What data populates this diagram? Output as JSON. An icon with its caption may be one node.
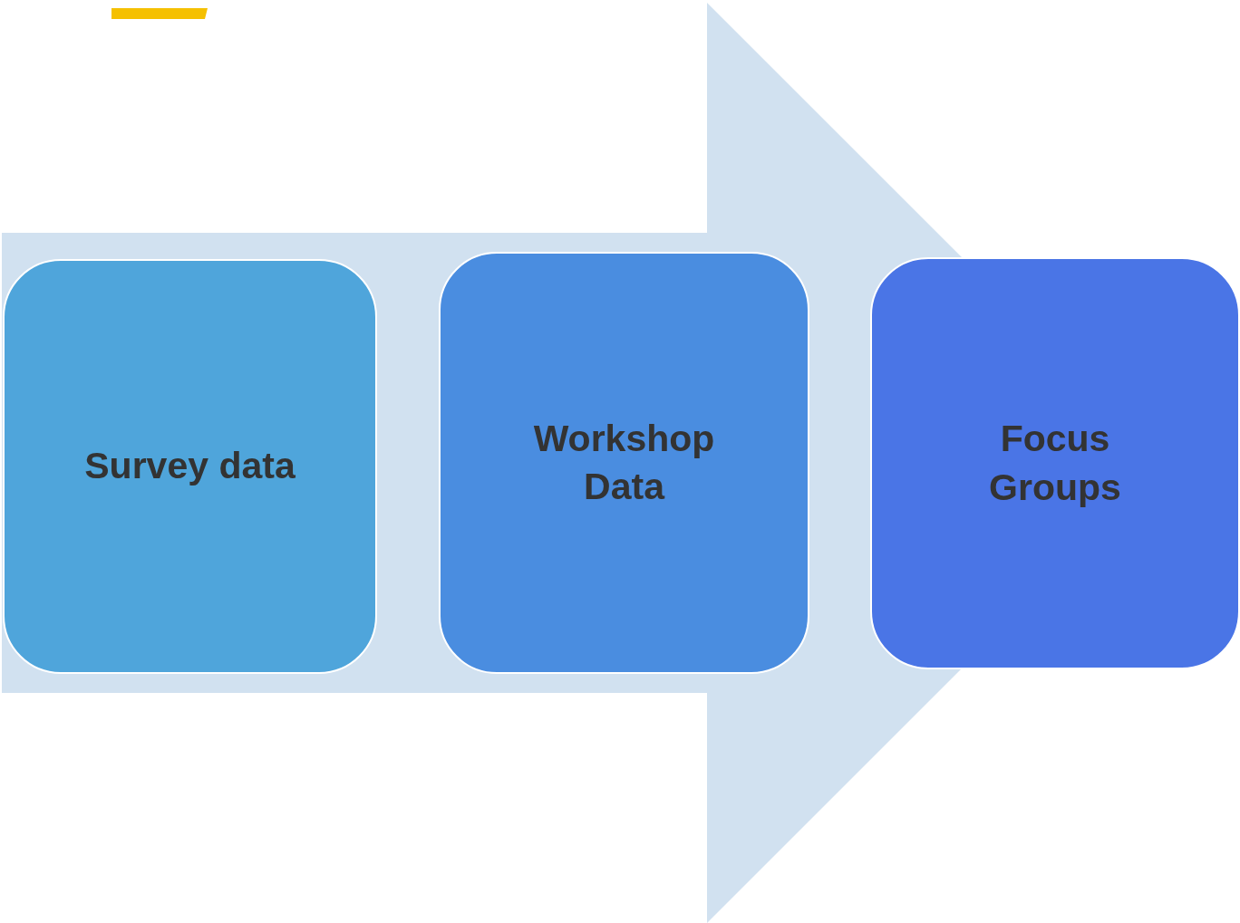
{
  "diagram": {
    "nodes": [
      {
        "text": [
          "Survey data"
        ]
      },
      {
        "text": [
          "Workshop Data"
        ]
      },
      {
        "text": [
          "Focus Groups"
        ]
      }
    ],
    "edges": [
      {
        "from": 0,
        "to": 2,
        "arrow": "to"
      }
    ]
  }
}
